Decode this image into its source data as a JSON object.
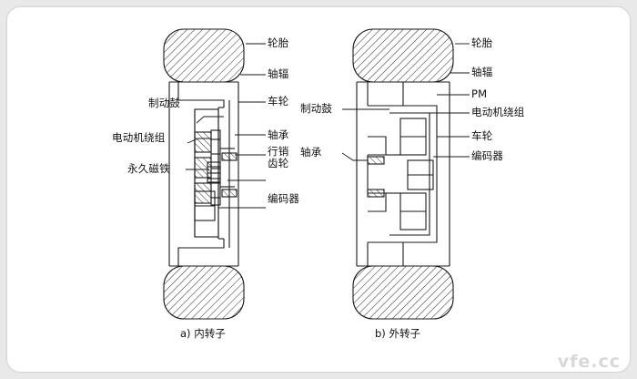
{
  "figure": {
    "background": "#e9e9e9",
    "card_color": "#ffffff",
    "line_color": "#1a1a1a",
    "watermark": "vfe.cc"
  },
  "left_diagram": {
    "caption": "a) 内转子",
    "labels": [
      {
        "key": "tire",
        "text": "轮胎"
      },
      {
        "key": "spoke",
        "text": "轴辐"
      },
      {
        "key": "wheel",
        "text": "车轮"
      },
      {
        "key": "bearing",
        "text": "轴承"
      },
      {
        "key": "planetary_gear",
        "text": "行销\n齿轮"
      },
      {
        "key": "encoder",
        "text": "编码器"
      },
      {
        "key": "brake_drum",
        "text": "制动鼓"
      },
      {
        "key": "motor_winding",
        "text": "电动机绕组"
      },
      {
        "key": "permanent_magnet",
        "text": "永久磁铁"
      }
    ]
  },
  "right_diagram": {
    "caption": "b) 外转子",
    "labels": [
      {
        "key": "tire",
        "text": "轮胎"
      },
      {
        "key": "spoke",
        "text": "轴辐"
      },
      {
        "key": "pm",
        "text": "PM"
      },
      {
        "key": "motor_winding",
        "text": "电动机绕组"
      },
      {
        "key": "wheel",
        "text": "车轮"
      },
      {
        "key": "encoder",
        "text": "编码器"
      },
      {
        "key": "brake_drum",
        "text": "制动鼓"
      },
      {
        "key": "bearing",
        "text": "轴承"
      }
    ]
  }
}
